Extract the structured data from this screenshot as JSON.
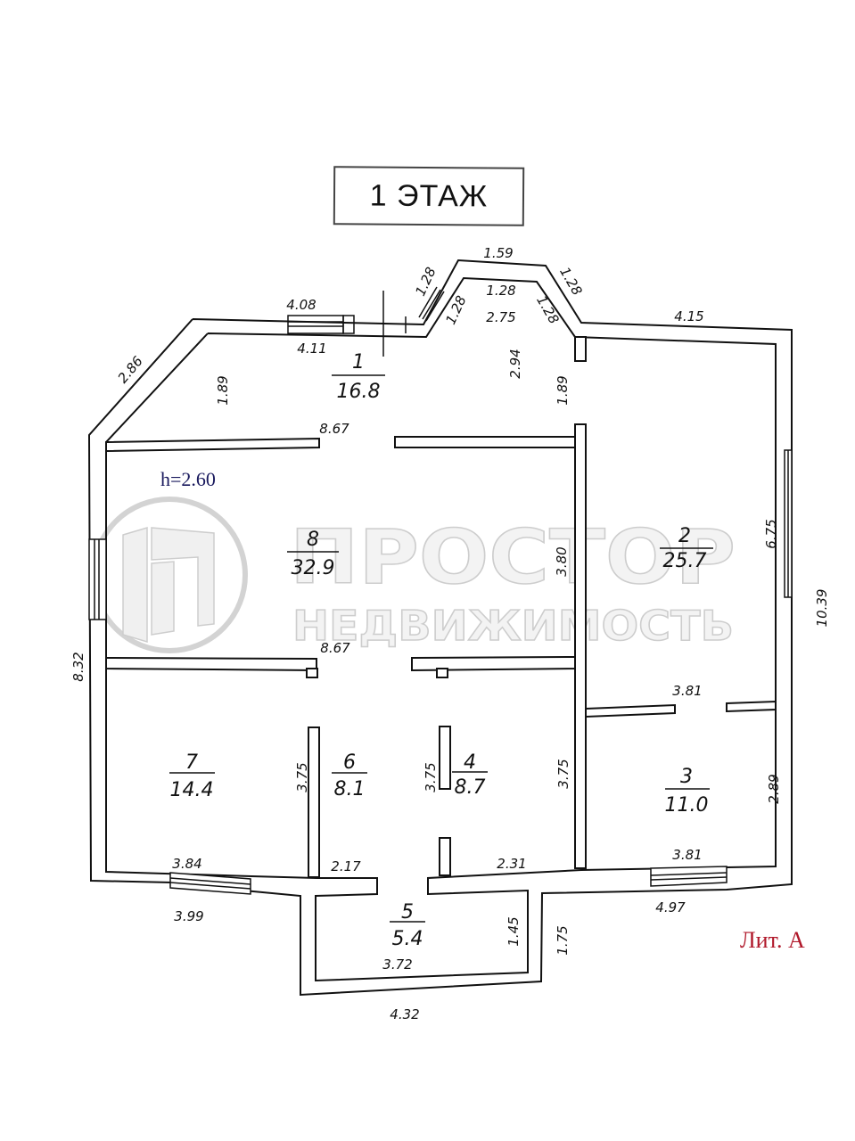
{
  "title": "1 ЭТАЖ",
  "height_label": "h=2.60",
  "lit_label": "Лит. А",
  "watermark": {
    "line1": "ПРОСТОР",
    "line2": "НЕДВИЖИМОСТЬ"
  },
  "colors": {
    "lines": "#111111",
    "height_label": "#1a1a5e",
    "lit_label": "#b0182a",
    "watermark": "#c8c8c8"
  },
  "rooms": [
    {
      "number": "1",
      "area": "16.8"
    },
    {
      "number": "2",
      "area": "25.7"
    },
    {
      "number": "3",
      "area": "11.0"
    },
    {
      "number": "4",
      "area": "8.7"
    },
    {
      "number": "5",
      "area": "5.4"
    },
    {
      "number": "6",
      "area": "8.1"
    },
    {
      "number": "7",
      "area": "14.4"
    },
    {
      "number": "8",
      "area": "32.9"
    }
  ],
  "dimensions": {
    "top_left_outer": "4.08",
    "top_left_inner": "4.11",
    "left_diag": "2.86",
    "bay_left_outer": "1.28",
    "bay_left_inner": "1.28",
    "bay_top_outer": "1.59",
    "bay_top_inner": "1.28",
    "bay_right_outer": "1.28",
    "bay_right_inner": "1.28",
    "bay_depth": "2.75",
    "room1_height_left": "1.89",
    "room1_height_mid": "2.94",
    "room1_height_right": "1.89",
    "room1_bottom": "8.67",
    "top_right": "4.15",
    "right_window": "6.75",
    "right_outer": "10.39",
    "room8_right": "3.80",
    "room8_bottom": "8.67",
    "left_outer": "8.32",
    "room3_top": "3.81",
    "room3_right": "2.89",
    "room3_bottom": "3.81",
    "room7_right": "3.75",
    "room6_right": "3.75",
    "room4_right": "3.75",
    "room7_bottom": "3.84",
    "bottom_left_outer": "3.99",
    "room6_bottom": "2.17",
    "room4_bottom": "2.31",
    "bottom_right_outer": "4.97",
    "room5_right": "1.45",
    "porch_right": "1.75",
    "room5_bottom": "3.72",
    "porch_bottom": "4.32"
  }
}
